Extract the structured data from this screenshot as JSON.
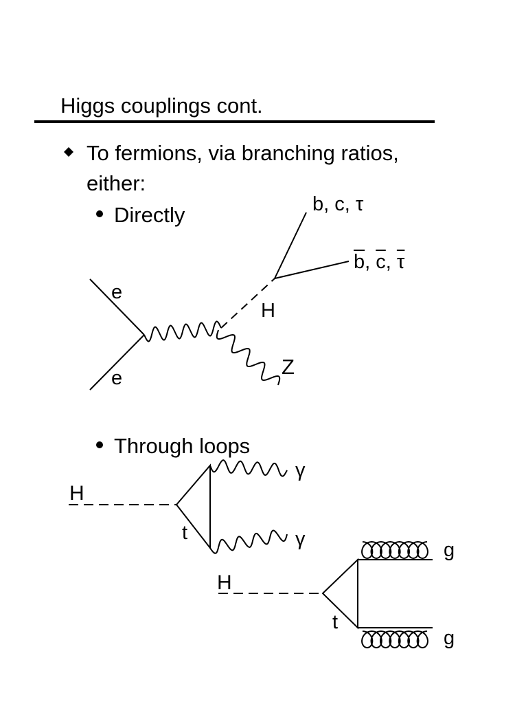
{
  "title": "Higgs couplings cont.",
  "bullet": {
    "line1": "To fermions, via branching ratios,",
    "line2": "either:"
  },
  "sub_bullets": {
    "direct": "Directly",
    "loops": "Through loops"
  },
  "direct_diagram": {
    "electron_top": "e",
    "electron_bottom": "e",
    "higgs": "H",
    "z_boson": "Z",
    "fermions": "b, c, τ",
    "antifermions": {
      "b": "b",
      "c": "c",
      "tau": "τ",
      "sep": ", "
    }
  },
  "photon_loop": {
    "higgs": "H",
    "top": "t",
    "photon_top": "γ",
    "photon_bottom": "γ"
  },
  "gluon_loop": {
    "higgs": "H",
    "top": "t",
    "gluon_top": "g",
    "gluon_bottom": "g"
  }
}
